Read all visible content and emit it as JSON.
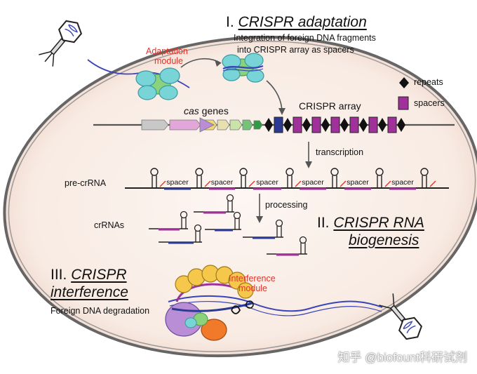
{
  "sections": {
    "adaptation": {
      "numeral": "I.",
      "title": "CRISPR adaptation",
      "desc_line1": "Integration of foreign DNA fragments",
      "desc_line2": "into CRISPR array as spacers"
    },
    "biogenesis": {
      "numeral": "II.",
      "title_line1": "CRISPR RNA",
      "title_line2": "biogenesis"
    },
    "interference": {
      "numeral": "III.",
      "title_line1": "CRISPR",
      "title_line2": "interference",
      "desc": "Foreign DNA degradation"
    }
  },
  "labels": {
    "adaptation_module_line1": "Adaptation",
    "adaptation_module_line2": "module",
    "cas_genes_italic": "cas",
    "cas_genes_rest": " genes",
    "crispr_array": "CRISPR array",
    "repeats": "repeats",
    "spacers": "spacers",
    "transcription": "transcription",
    "pre_crrna": "pre-crRNA",
    "processing": "processing",
    "crrnas": "crRNAs",
    "spacer": "spacer",
    "interference_module_line1": "Interference",
    "interference_module_line2": "module"
  },
  "watermark": "知乎 @biofount科研试剂",
  "colors": {
    "cell_fill": "#f9ede6",
    "cell_stroke": "#555555",
    "red_label": "#e0342a",
    "spacer_purple": "#a0309a",
    "spacer_blue": "#2b3a93",
    "repeat_black": "#111111",
    "dna_blue": "#3a44b8",
    "cas_gray": "#c8c8c8",
    "cas_pink": "#e3a6d9",
    "cas_purple": "#b98ed6",
    "cas_yellow": "#f3d774",
    "cas_tan": "#e8e0b0",
    "cas_lightgreen": "#c9e3a9",
    "cas_green": "#77c27a",
    "cas_darkgreen": "#2f9c44",
    "cyan_protein": "#79d4d8",
    "green_protein": "#8bd37b",
    "yellow_protein": "#f5c84b",
    "orange_protein": "#f07a2a"
  }
}
